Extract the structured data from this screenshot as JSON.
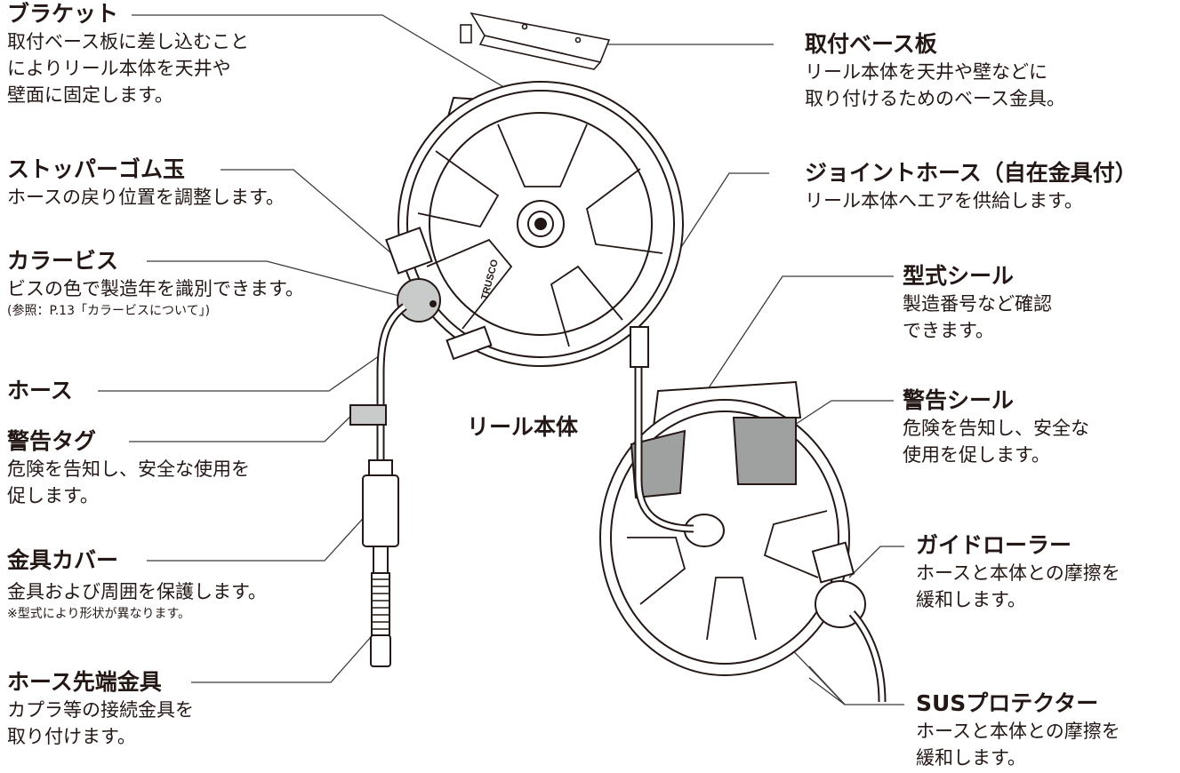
{
  "labels": {
    "bracket": {
      "title": "ブラケット",
      "lines": [
        "取付ベース板に差し込むこと",
        "によりリール本体を天井や",
        "壁面に固定します。"
      ]
    },
    "stopper": {
      "title": "ストッパーゴム玉",
      "lines": [
        "ホースの戻り位置を調整します。"
      ]
    },
    "color_screw": {
      "title": "カラービス",
      "lines": [
        "ビスの色で製造年を識別できます。"
      ],
      "note": "(参照：P.13「カラービスについて」)"
    },
    "hose": {
      "title": "ホース"
    },
    "warning_tag": {
      "title": "警告タグ",
      "lines": [
        "危険を告知し、安全な使用を",
        "促します。"
      ]
    },
    "fitting_cover": {
      "title": "金具カバー",
      "lines": [
        "金具および周囲を保護します。"
      ],
      "note": "※型式により形状が異なります。"
    },
    "hose_end": {
      "title": "ホース先端金具",
      "lines": [
        "カプラ等の接続金具を",
        "取り付けます。"
      ]
    },
    "base_plate": {
      "title": "取付ベース板",
      "lines": [
        "リール本体を天井や壁などに",
        "取り付けるためのベース金具。"
      ]
    },
    "joint_hose": {
      "title": "ジョイントホース（自在金具付）",
      "lines": [
        "リール本体へエアを供給します。"
      ]
    },
    "model_seal": {
      "title": "型式シール",
      "lines": [
        "製造番号など確認",
        "できます。"
      ]
    },
    "warning_seal": {
      "title": "警告シール",
      "lines": [
        "危険を告知し、安全な",
        "使用を促します。"
      ]
    },
    "guide_roller": {
      "title": "ガイドローラー",
      "lines": [
        "ホースと本体との摩擦を",
        "緩和します。"
      ]
    },
    "sus_protector": {
      "title": "SUSプロテクター",
      "lines": [
        "ホースと本体との摩擦を",
        "緩和します。"
      ]
    },
    "reel_body": {
      "title": "リール本体"
    }
  },
  "logo_text": "TRUSCO",
  "colors": {
    "ink": "#231815",
    "line": "#3e3a39",
    "seal_gray": "#9fa0a0",
    "tag_gray": "#c9caca",
    "ball_gray": "#c9caca"
  }
}
